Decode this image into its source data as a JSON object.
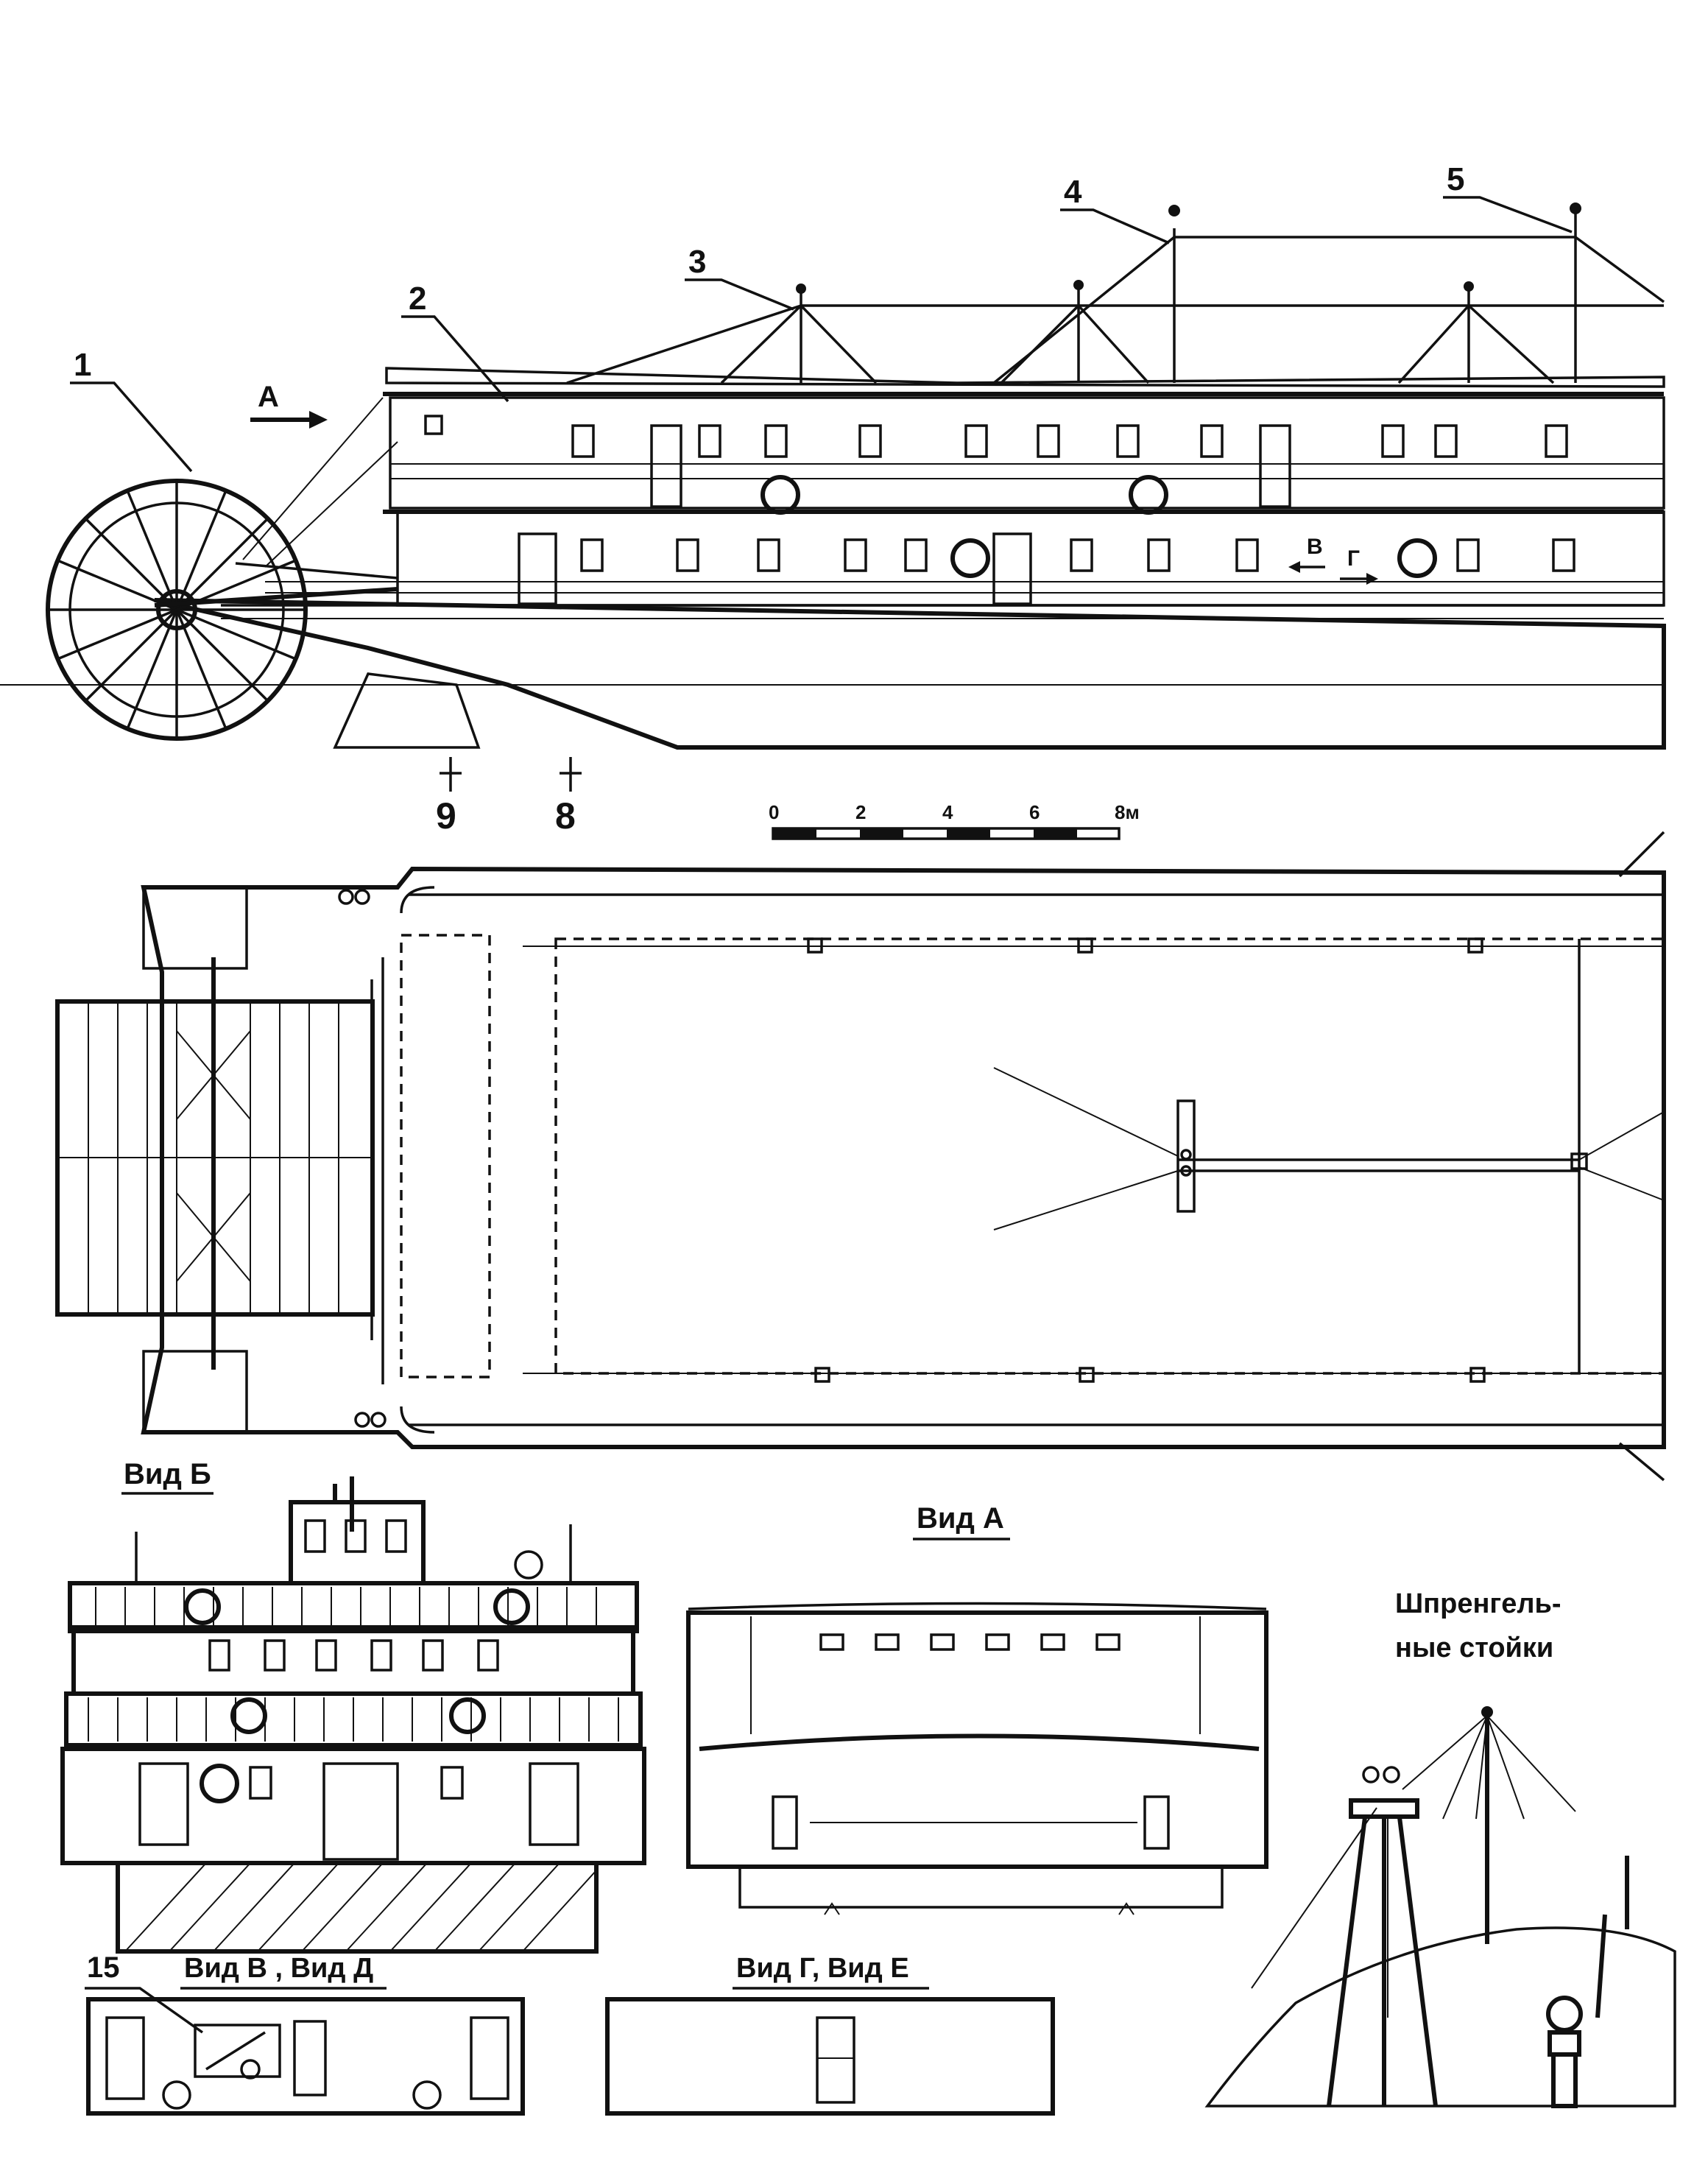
{
  "callouts": {
    "c1": "1",
    "c2": "2",
    "c3": "3",
    "c4": "4",
    "c5": "5",
    "c8": "8",
    "c9": "9",
    "c15": "15"
  },
  "arrows": {
    "view_a_arrow": "А",
    "view_v_arrow": "В",
    "view_g_arrow": "Г"
  },
  "scale_bar": {
    "ticks": [
      "0",
      "2",
      "4",
      "6",
      "8м"
    ]
  },
  "view_titles": {
    "vid_b": "Вид Б",
    "vid_a": "Вид А",
    "vid_v_d": "Вид В , Вид Д",
    "vid_g_e": "Вид Г, Вид Е"
  },
  "detail": {
    "title_line1": "Шпренгель-",
    "title_line2": "ные  стойки"
  }
}
